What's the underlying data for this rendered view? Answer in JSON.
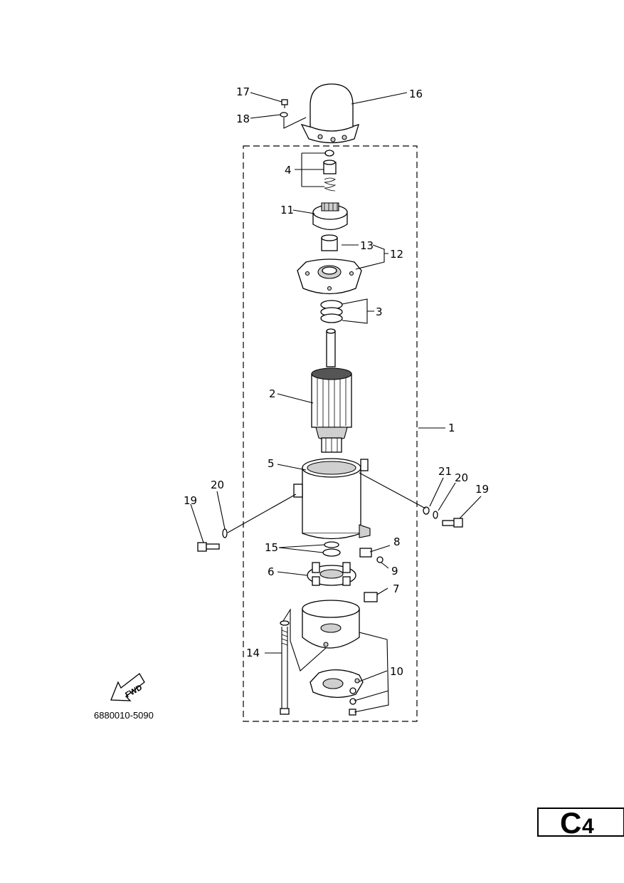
{
  "diagram": {
    "part_number": "6880010-5090",
    "fwd_label": "FWD",
    "page_code": {
      "letter": "C",
      "number": "4"
    },
    "callouts": {
      "c1": "1",
      "c2": "2",
      "c3": "3",
      "c4": "4",
      "c5": "5",
      "c6": "6",
      "c7": "7",
      "c8": "8",
      "c9": "9",
      "c10": "10",
      "c11": "11",
      "c12": "12",
      "c13": "13",
      "c14": "14",
      "c15": "15",
      "c16": "16",
      "c17": "17",
      "c18": "18",
      "c19a": "19",
      "c19b": "19",
      "c20a": "20",
      "c20b": "20",
      "c21": "21"
    }
  }
}
